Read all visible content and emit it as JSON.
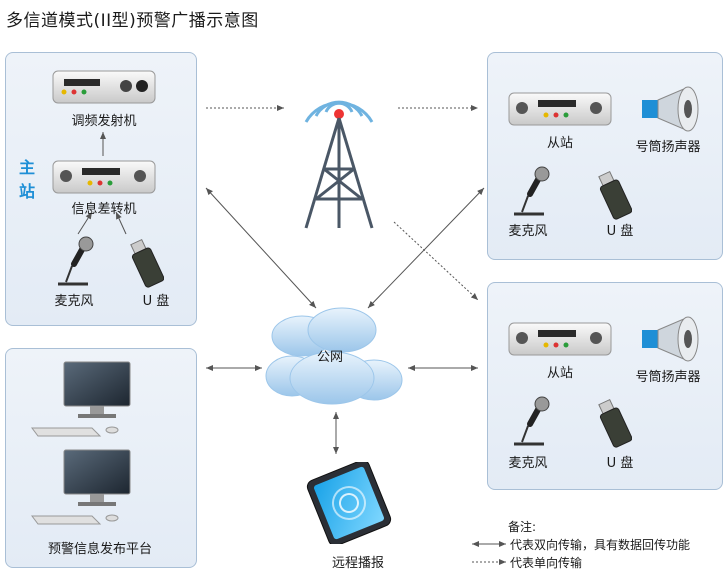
{
  "title": "多信道模式(II型)预警广播示意图",
  "main_station": {
    "side_label": "主\n站",
    "transmitter": "调频发射机",
    "converter": "信息差转机",
    "mic": "麦克风",
    "usb": "U 盘"
  },
  "slave_top": {
    "station": "从站",
    "horn": "号筒扬声器",
    "mic": "麦克风",
    "usb": "U 盘"
  },
  "slave_bottom": {
    "station": "从站",
    "horn": "号筒扬声器",
    "mic": "麦克风",
    "usb": "U 盘"
  },
  "platform": {
    "label": "预警信息发布平台"
  },
  "network": {
    "label": "公网"
  },
  "phone": {
    "label": "远程播报"
  },
  "legend": {
    "heading": "备注:",
    "two_way": "代表双向传输，具有数据回传功能",
    "one_way": "代表单向传输"
  },
  "colors": {
    "accent": "#1e8fd6",
    "panel_border": "#a9bfd6",
    "panel_fill": "#e8eef7",
    "cloud": "#bcd9f2"
  }
}
